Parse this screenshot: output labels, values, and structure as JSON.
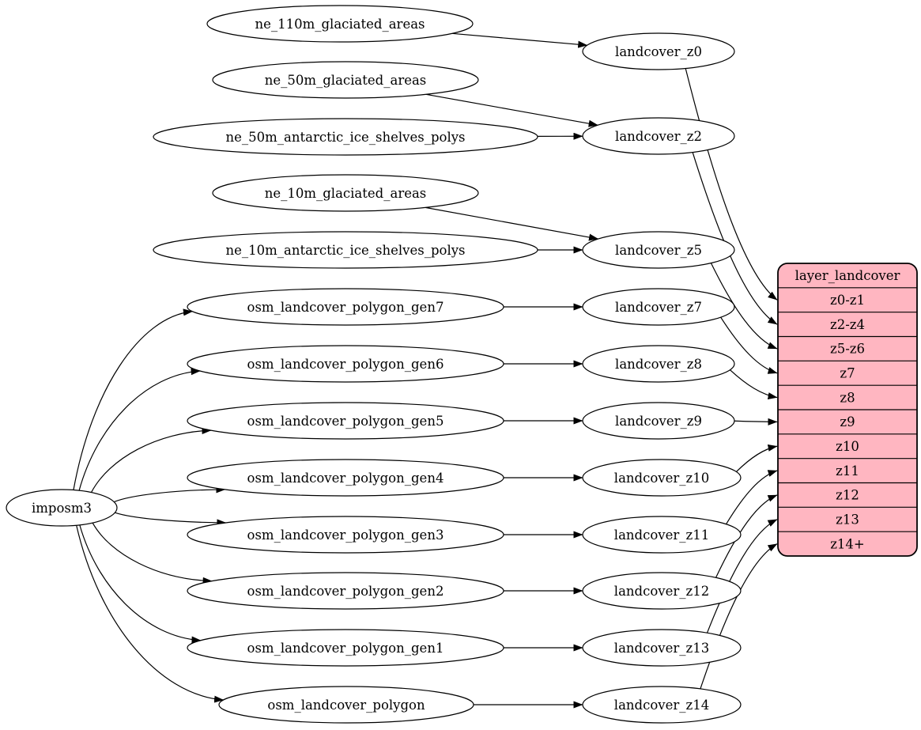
{
  "page": {
    "background": "#ffffff"
  },
  "diagram": {
    "type": "graphviz-digraph",
    "colors": {
      "node_fill": "#ffffff",
      "node_stroke": "#000000",
      "edge": "#000000",
      "text": "#000000",
      "table_fill": "#ffb6c1",
      "table_stroke": "#000000"
    },
    "nodes": [
      {
        "id": "imposm3",
        "label": "imposm3"
      },
      {
        "id": "ne_110m_glaciated_areas",
        "label": "ne_110m_glaciated_areas"
      },
      {
        "id": "ne_50m_glaciated_areas",
        "label": "ne_50m_glaciated_areas"
      },
      {
        "id": "ne_50m_antarctic_ice_shelves_polys",
        "label": "ne_50m_antarctic_ice_shelves_polys"
      },
      {
        "id": "ne_10m_glaciated_areas",
        "label": "ne_10m_glaciated_areas"
      },
      {
        "id": "ne_10m_antarctic_ice_shelves_polys",
        "label": "ne_10m_antarctic_ice_shelves_polys"
      },
      {
        "id": "osm_landcover_polygon_gen7",
        "label": "osm_landcover_polygon_gen7"
      },
      {
        "id": "osm_landcover_polygon_gen6",
        "label": "osm_landcover_polygon_gen6"
      },
      {
        "id": "osm_landcover_polygon_gen5",
        "label": "osm_landcover_polygon_gen5"
      },
      {
        "id": "osm_landcover_polygon_gen4",
        "label": "osm_landcover_polygon_gen4"
      },
      {
        "id": "osm_landcover_polygon_gen3",
        "label": "osm_landcover_polygon_gen3"
      },
      {
        "id": "osm_landcover_polygon_gen2",
        "label": "osm_landcover_polygon_gen2"
      },
      {
        "id": "osm_landcover_polygon_gen1",
        "label": "osm_landcover_polygon_gen1"
      },
      {
        "id": "osm_landcover_polygon",
        "label": "osm_landcover_polygon"
      },
      {
        "id": "landcover_z0",
        "label": "landcover_z0"
      },
      {
        "id": "landcover_z2",
        "label": "landcover_z2"
      },
      {
        "id": "landcover_z5",
        "label": "landcover_z5"
      },
      {
        "id": "landcover_z7",
        "label": "landcover_z7"
      },
      {
        "id": "landcover_z8",
        "label": "landcover_z8"
      },
      {
        "id": "landcover_z9",
        "label": "landcover_z9"
      },
      {
        "id": "landcover_z10",
        "label": "landcover_z10"
      },
      {
        "id": "landcover_z11",
        "label": "landcover_z11"
      },
      {
        "id": "landcover_z12",
        "label": "landcover_z12"
      },
      {
        "id": "landcover_z13",
        "label": "landcover_z13"
      },
      {
        "id": "landcover_z14",
        "label": "landcover_z14"
      }
    ],
    "table": {
      "id": "layer_landcover",
      "title": "layer_landcover",
      "rows": [
        {
          "id": "z0-z1",
          "label": "z0-z1"
        },
        {
          "id": "z2-z4",
          "label": "z2-z4"
        },
        {
          "id": "z5-z6",
          "label": "z5-z6"
        },
        {
          "id": "z7",
          "label": "z7"
        },
        {
          "id": "z8",
          "label": "z8"
        },
        {
          "id": "z9",
          "label": "z9"
        },
        {
          "id": "z10",
          "label": "z10"
        },
        {
          "id": "z11",
          "label": "z11"
        },
        {
          "id": "z12",
          "label": "z12"
        },
        {
          "id": "z13",
          "label": "z13"
        },
        {
          "id": "z14+",
          "label": "z14+"
        }
      ]
    },
    "edges": [
      {
        "from": "imposm3",
        "to": "osm_landcover_polygon_gen7"
      },
      {
        "from": "imposm3",
        "to": "osm_landcover_polygon_gen6"
      },
      {
        "from": "imposm3",
        "to": "osm_landcover_polygon_gen5"
      },
      {
        "from": "imposm3",
        "to": "osm_landcover_polygon_gen4"
      },
      {
        "from": "imposm3",
        "to": "osm_landcover_polygon_gen3"
      },
      {
        "from": "imposm3",
        "to": "osm_landcover_polygon_gen2"
      },
      {
        "from": "imposm3",
        "to": "osm_landcover_polygon_gen1"
      },
      {
        "from": "imposm3",
        "to": "osm_landcover_polygon"
      },
      {
        "from": "ne_110m_glaciated_areas",
        "to": "landcover_z0"
      },
      {
        "from": "ne_50m_glaciated_areas",
        "to": "landcover_z2"
      },
      {
        "from": "ne_50m_antarctic_ice_shelves_polys",
        "to": "landcover_z2"
      },
      {
        "from": "ne_10m_glaciated_areas",
        "to": "landcover_z5"
      },
      {
        "from": "ne_10m_antarctic_ice_shelves_polys",
        "to": "landcover_z5"
      },
      {
        "from": "osm_landcover_polygon_gen7",
        "to": "landcover_z7"
      },
      {
        "from": "osm_landcover_polygon_gen6",
        "to": "landcover_z8"
      },
      {
        "from": "osm_landcover_polygon_gen5",
        "to": "landcover_z9"
      },
      {
        "from": "osm_landcover_polygon_gen4",
        "to": "landcover_z10"
      },
      {
        "from": "osm_landcover_polygon_gen3",
        "to": "landcover_z11"
      },
      {
        "from": "osm_landcover_polygon_gen2",
        "to": "landcover_z12"
      },
      {
        "from": "osm_landcover_polygon_gen1",
        "to": "landcover_z13"
      },
      {
        "from": "osm_landcover_polygon",
        "to": "landcover_z14"
      },
      {
        "from": "landcover_z0",
        "to": "row:z0-z1"
      },
      {
        "from": "landcover_z2",
        "to": "row:z2-z4"
      },
      {
        "from": "landcover_z5",
        "to": "row:z5-z6"
      },
      {
        "from": "landcover_z7",
        "to": "row:z7"
      },
      {
        "from": "landcover_z8",
        "to": "row:z8"
      },
      {
        "from": "landcover_z9",
        "to": "row:z9"
      },
      {
        "from": "landcover_z10",
        "to": "row:z10"
      },
      {
        "from": "landcover_z11",
        "to": "row:z11"
      },
      {
        "from": "landcover_z12",
        "to": "row:z12"
      },
      {
        "from": "landcover_z13",
        "to": "row:z13"
      },
      {
        "from": "landcover_z14",
        "to": "row:z14+"
      }
    ]
  }
}
